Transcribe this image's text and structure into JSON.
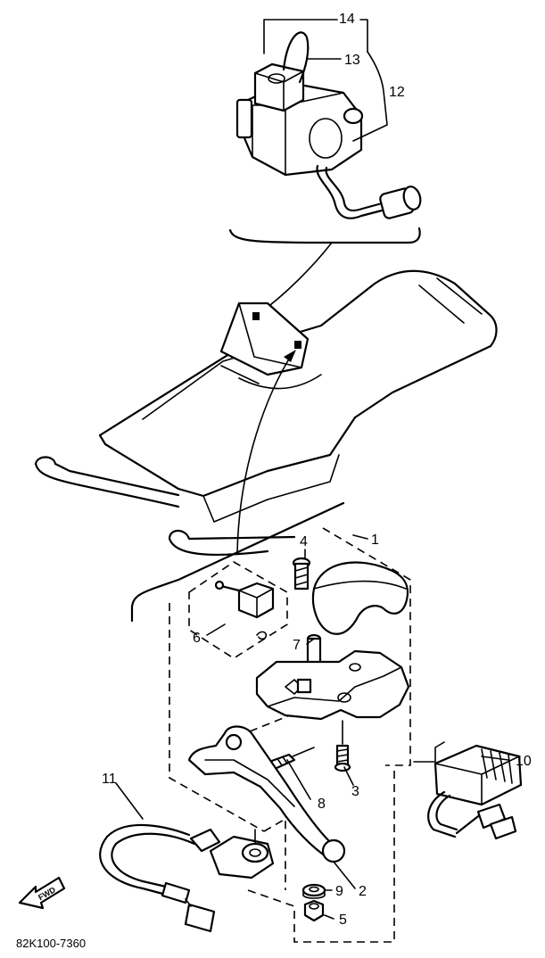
{
  "diagram": {
    "callouts": {
      "c1": "1",
      "c2": "2",
      "c3": "3",
      "c4": "4",
      "c5": "5",
      "c6": "6",
      "c7": "7",
      "c8": "8",
      "c9": "9",
      "c10": "10",
      "c11": "11",
      "c12": "12",
      "c13": "13",
      "c14": "14"
    },
    "figure_code": "82K100-7360",
    "direction_marker": "FWD"
  }
}
